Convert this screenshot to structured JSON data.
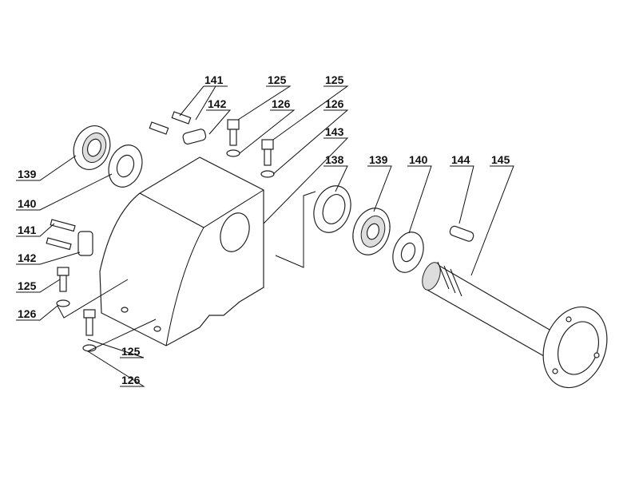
{
  "diagram": {
    "title": "Exploded parts view",
    "labels": {
      "l141_top": "141",
      "l142_top": "142",
      "l125_a": "125",
      "l126_a": "126",
      "l125_b": "125",
      "l126_b": "126",
      "l143": "143",
      "l138": "138",
      "l139_r": "139",
      "l140_r": "140",
      "l144": "144",
      "l145": "145",
      "l139_l": "139",
      "l140_l": "140",
      "l141_l": "141",
      "l142_l": "142",
      "l125_l": "125",
      "l126_l": "126",
      "l125_bot": "125",
      "l126_bot": "126"
    }
  }
}
